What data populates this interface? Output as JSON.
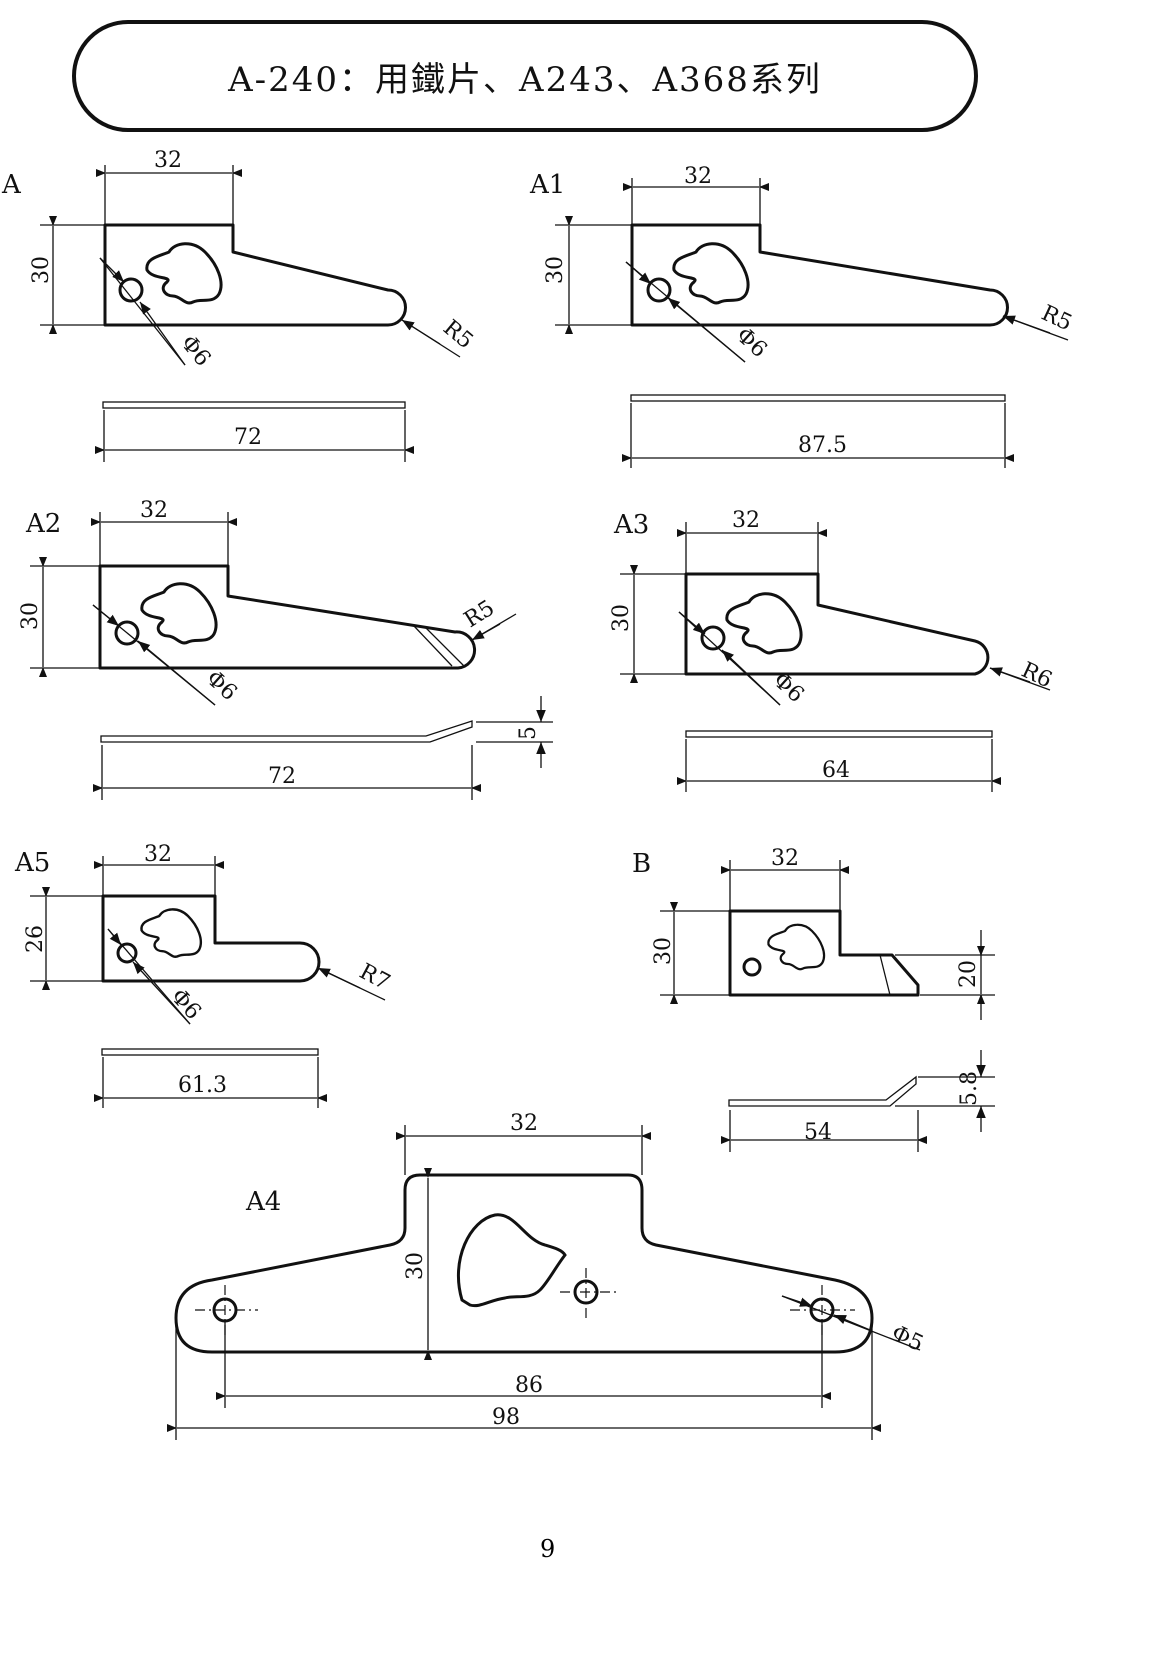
{
  "title": "A-240：用鐵片、A243、A368系列",
  "parts": {
    "A": {
      "label": "A",
      "width": "32",
      "height": "30",
      "hole": "Φ6",
      "radius": "R5",
      "length": "72"
    },
    "A1": {
      "label": "A1",
      "width": "32",
      "height": "30",
      "hole": "Φ6",
      "radius": "R5",
      "length": "87.5"
    },
    "A2": {
      "label": "A2",
      "width": "32",
      "height": "30",
      "hole": "Φ6",
      "radius": "R5",
      "length": "72",
      "bend": "5"
    },
    "A3": {
      "label": "A3",
      "width": "32",
      "height": "30",
      "hole": "Φ6",
      "radius": "R6",
      "length": "64"
    },
    "A5": {
      "label": "A5",
      "width": "32",
      "height": "26",
      "hole": "Φ6",
      "radius": "R7",
      "length": "61.3"
    },
    "B": {
      "label": "B",
      "width": "32",
      "height": "30",
      "tab": "20",
      "bend": "5.8",
      "length": "54"
    },
    "A4": {
      "label": "A4",
      "width": "32",
      "height": "30",
      "hole": "Φ5",
      "hole_spacing": "86",
      "length": "98"
    }
  },
  "page_number": "9"
}
